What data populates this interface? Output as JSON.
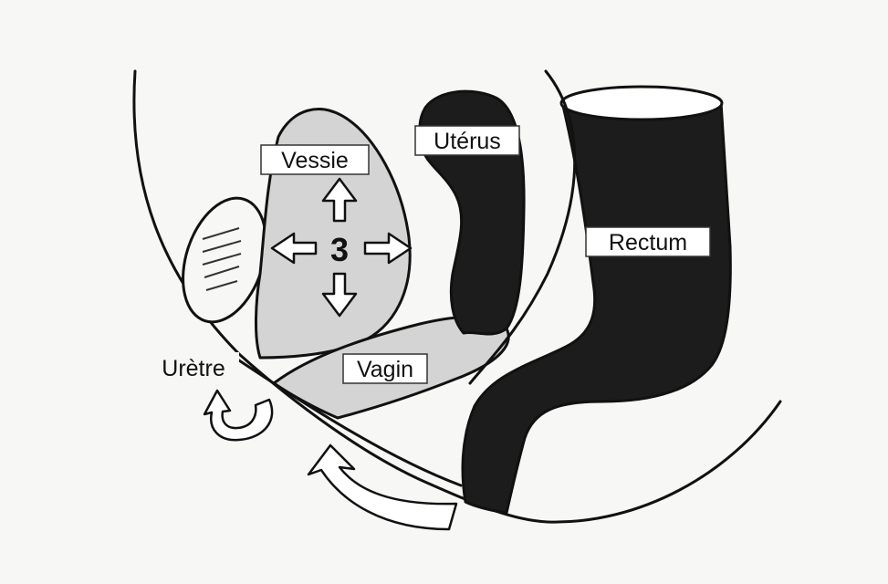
{
  "labels": {
    "vessie": "Vessie",
    "uterus": "Utérus",
    "rectum": "Rectum",
    "vagin": "Vagin",
    "uretre": "Urètre",
    "number": "3"
  },
  "colors": {
    "background": "#f7f7f5",
    "bladder_fill": "#d4d4d4",
    "dark_organ_fill": "#1c1c1c",
    "outline": "#111111"
  }
}
